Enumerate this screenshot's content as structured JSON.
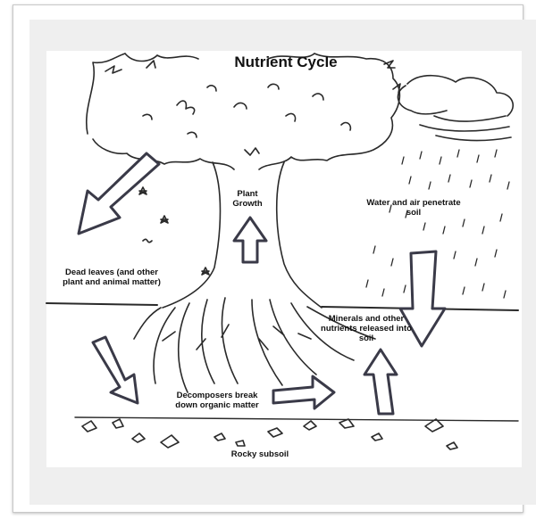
{
  "diagram": {
    "title": "Nutrient Cycle",
    "labels": {
      "plant_growth": "Plant Growth",
      "water_air": "Water and air penetrate soil",
      "dead_leaves": "Dead leaves (and other plant and animal matter)",
      "minerals": "Minerals and other nutrients released into soil",
      "decomposers": "Decomposers break down organic matter",
      "subsoil": "Rocky subsoil"
    }
  }
}
